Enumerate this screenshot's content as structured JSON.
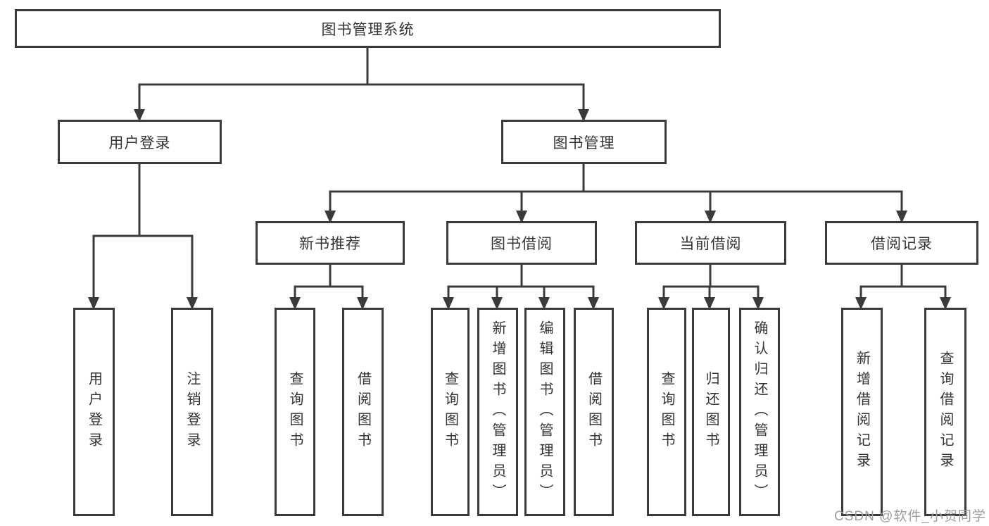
{
  "diagram": {
    "title": "图书管理系统",
    "watermark": "CSDN @软件_小贺同学",
    "colors": {
      "line": "#3a3a3a",
      "box_border": "#3a3a3a",
      "box_background": "#ffffff",
      "text": "#333333",
      "watermark_text": "#9e9e9e"
    },
    "nodes": {
      "root": {
        "label": "图书管理系统"
      },
      "user_login": {
        "label": "用户登录"
      },
      "book_mgmt": {
        "label": "图书管理"
      },
      "new_book": {
        "label": "新书推荐"
      },
      "book_borrow": {
        "label": "图书借阅"
      },
      "current_borrow": {
        "label": "当前借阅"
      },
      "borrow_record": {
        "label": "借阅记录"
      },
      "leaf_user_login": {
        "label": "用户登录"
      },
      "leaf_logout": {
        "label": "注销登录"
      },
      "leaf_nb_query": {
        "label": "查询图书"
      },
      "leaf_nb_borrow": {
        "label": "借阅图书"
      },
      "leaf_bb_query": {
        "label": "查询图书"
      },
      "leaf_bb_add": {
        "label": "新增图书（管理员）"
      },
      "leaf_bb_edit": {
        "label": "编辑图书（管理员）"
      },
      "leaf_bb_borrow": {
        "label": "借阅图书"
      },
      "leaf_cb_query": {
        "label": "查询图书"
      },
      "leaf_cb_return": {
        "label": "归还图书"
      },
      "leaf_cb_confirm": {
        "label": "确认归还（管理员）"
      },
      "leaf_br_add": {
        "label": "新增借阅记录"
      },
      "leaf_br_query": {
        "label": "查询借阅记录"
      }
    },
    "structure": [
      {
        "parent": "图书管理系统",
        "children": [
          "用户登录",
          "图书管理"
        ]
      },
      {
        "parent": "用户登录",
        "children": [
          "用户登录",
          "注销登录"
        ]
      },
      {
        "parent": "图书管理",
        "children": [
          "新书推荐",
          "图书借阅",
          "当前借阅",
          "借阅记录"
        ]
      },
      {
        "parent": "新书推荐",
        "children": [
          "查询图书",
          "借阅图书"
        ]
      },
      {
        "parent": "图书借阅",
        "children": [
          "查询图书",
          "新增图书（管理员）",
          "编辑图书（管理员）",
          "借阅图书"
        ]
      },
      {
        "parent": "当前借阅",
        "children": [
          "查询图书",
          "归还图书",
          "确认归还（管理员）"
        ]
      },
      {
        "parent": "借阅记录",
        "children": [
          "新增借阅记录",
          "查询借阅记录"
        ]
      }
    ]
  }
}
